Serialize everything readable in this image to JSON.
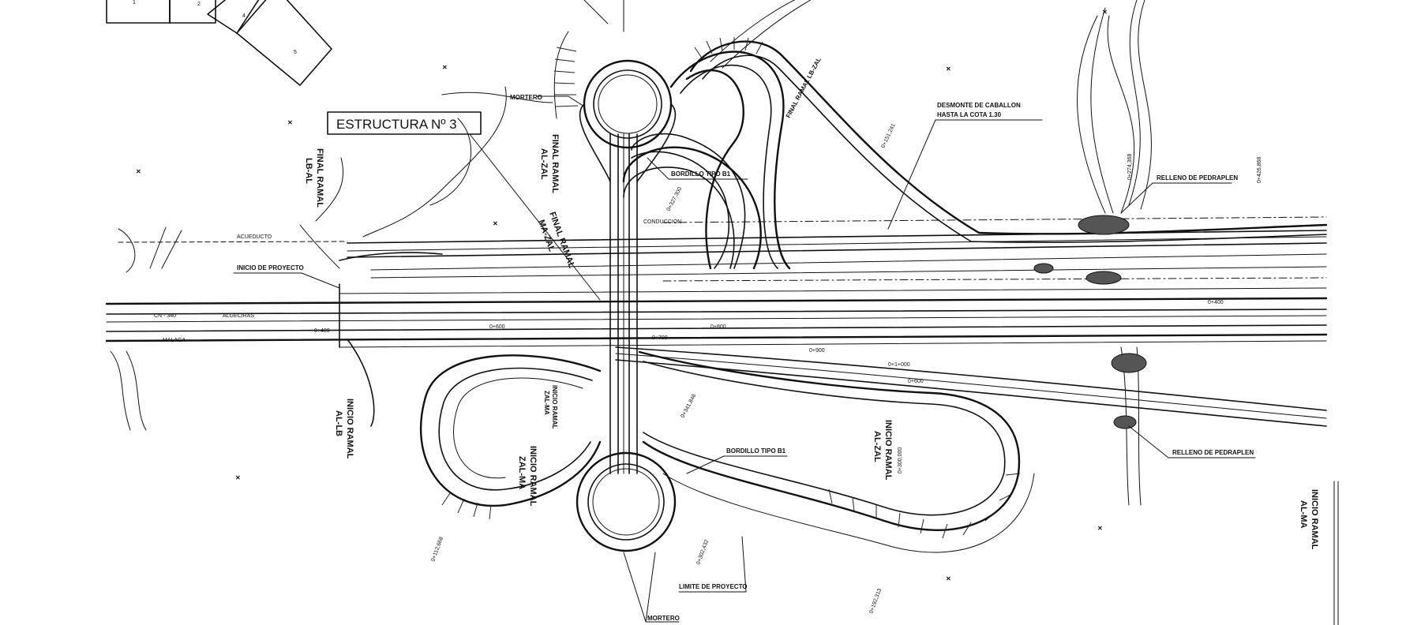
{
  "title_box": {
    "text": "ESTRUCTURA Nº 3"
  },
  "sheet_index": [
    "1",
    "2",
    "4",
    "5"
  ],
  "ramps": {
    "final_lb_al": [
      "FINAL RAMAL",
      "LB-AL"
    ],
    "final_al_zal": [
      "FINAL RAMAL",
      "AL-ZAL"
    ],
    "final_ma_zal": [
      "FINAL RAMAL",
      "MA-ZAL"
    ],
    "final_lb_zal": "FINAL RAMAL LB-ZAL",
    "inicio_al_lb": [
      "INICIO RAMAL",
      "AL-LB"
    ],
    "inicio_zal_ma_a": [
      "INICIO RAMAL",
      "ZAL-MA"
    ],
    "inicio_zal_ma_b": [
      "INICIO RAMAL",
      "ZAL-MA"
    ],
    "inicio_al_zal": [
      "INICIO RAMAL",
      "AL-ZAL"
    ],
    "inicio_al_ma": [
      "INICIO RAMAL",
      "AL-MA"
    ]
  },
  "notes": {
    "desmonte": [
      "DESMONTE DE CABALLON",
      "HASTA LA COTA  1.30"
    ],
    "relleno_top": "RELLENO DE PEDRAPLEN",
    "relleno_bottom": "RELLENO DE PEDRAPLEN",
    "bordillo_top": "BORDILLO TIPO B1",
    "bordillo_bottom": "BORDILLO TIPO B1",
    "mortero_top": "MORTERO",
    "mortero_bottom": "MORTERO",
    "limite": "LIMITE DE PROYECTO",
    "inicio_proyecto": "INICIO DE PROYECTO",
    "acueducto": "ACUEDUCTO",
    "conduccion": "CONDUCCION"
  },
  "road_labels": {
    "cn340": "CN - 340",
    "algeciras": "ALGECIRAS",
    "malaga": "MALAGA"
  },
  "stations": {
    "s1": "0+400",
    "s2": "0+600",
    "s3": "0+700",
    "s4": "0+800",
    "s5": "0+900",
    "s6": "0+1+000",
    "s7": "0+600",
    "s8": "0+400",
    "s9": "0+327,300",
    "s10": "0+302,432",
    "s11": "0+341,846",
    "s12": "0+112,668",
    "s13": "0+192,313",
    "s14": "0+300,000",
    "s15": "0+426,868",
    "s16": "0+274,368",
    "s17": "0+151,241"
  },
  "colors": {
    "ink": "#111111",
    "paper": "#ffffff",
    "rockfill": "#555555"
  }
}
